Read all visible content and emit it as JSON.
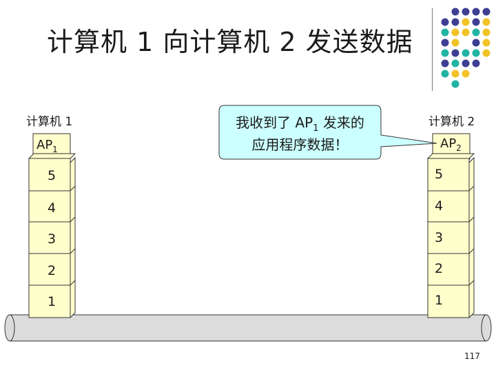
{
  "title": "计算机 1 向计算机 2 发送数据",
  "computer1": {
    "label": "计算机 1",
    "app_prefix": "AP",
    "app_sub": "1",
    "layers": [
      "5",
      "4",
      "3",
      "2",
      "1"
    ]
  },
  "computer2": {
    "label": "计算机 2",
    "app_prefix": "AP",
    "app_sub": "2",
    "layers": [
      "5",
      "4",
      "3",
      "2",
      "1"
    ]
  },
  "callout": {
    "line1_pre": "我收到了 AP",
    "line1_sub": "1",
    "line1_post": " 发来的",
    "line2": "应用程序数据！"
  },
  "page_number": "117",
  "colors": {
    "layer_fill": "#ffffcc",
    "callout_fill": "#ccffff",
    "cable_fill": "#dcdcdc",
    "dot_navy": "#3e3f93",
    "dot_gold": "#f2c326",
    "dot_teal": "#21b4a3"
  }
}
